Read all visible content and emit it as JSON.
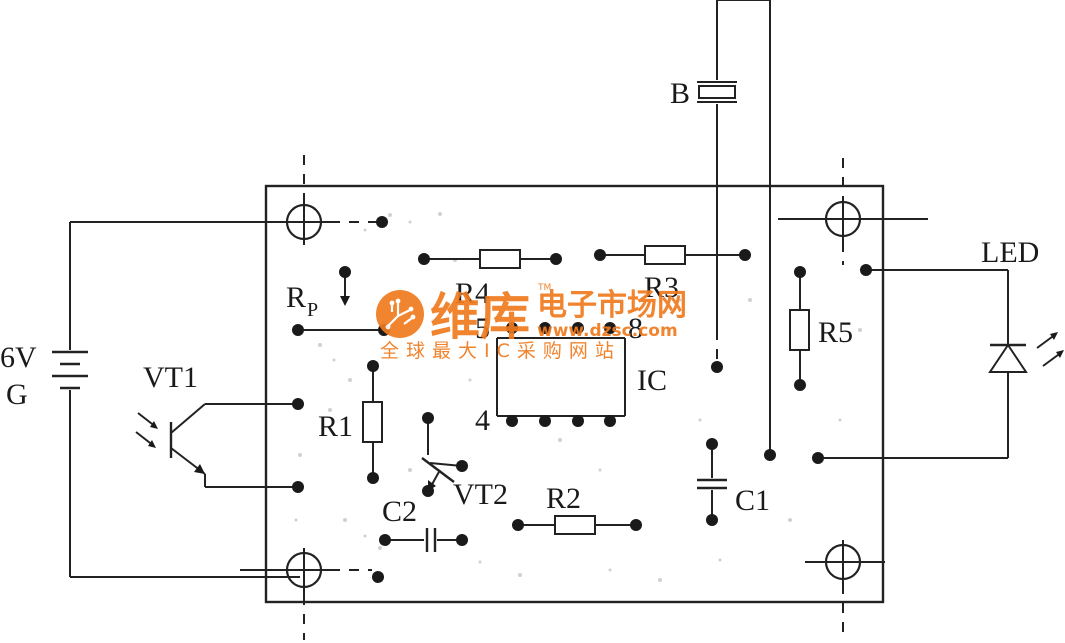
{
  "labels": {
    "b": "B",
    "led": "LED",
    "rp_main": "R",
    "rp_sub": "P",
    "r4": "R4",
    "r3": "R3",
    "r5": "R5",
    "r1": "R1",
    "r2": "R2",
    "ic": "IC",
    "pin5": "5",
    "pin8": "8",
    "pin4": "4",
    "voltage": "6V",
    "battery": "G",
    "vt1": "VT1",
    "vt2": "VT2",
    "c1": "C1",
    "c2": "C2"
  },
  "watermark": {
    "brand": "维库",
    "tagline": "电子市场网",
    "trademark": "TM",
    "url": "www.dzsc.com",
    "subtitle": "全球最大IC采购网站",
    "color": "#f07a1e"
  },
  "colors": {
    "ink": "#222222",
    "background": "#ffffff"
  }
}
